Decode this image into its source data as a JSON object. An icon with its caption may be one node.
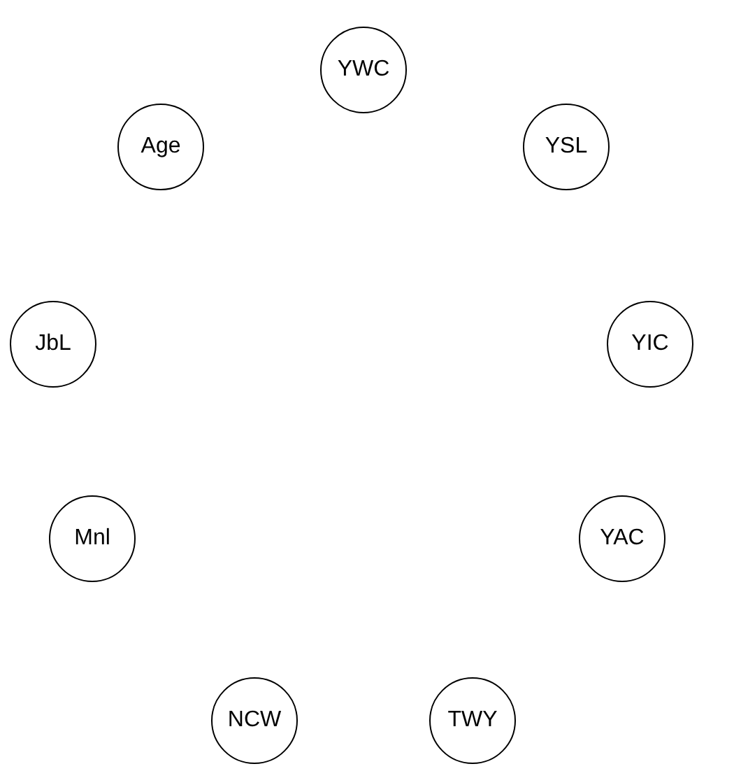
{
  "diagram": {
    "nodes": [
      {
        "text": [
          "YWC"
        ]
      },
      {
        "text": [
          "Age"
        ]
      },
      {
        "text": [
          "YSL"
        ]
      },
      {
        "text": [
          "JbL"
        ]
      },
      {
        "text": [
          "YIC"
        ]
      },
      {
        "text": [
          "Mnl"
        ]
      },
      {
        "text": [
          "YAC"
        ]
      },
      {
        "text": [
          "NCW"
        ]
      },
      {
        "text": [
          "TWY"
        ]
      }
    ]
  }
}
